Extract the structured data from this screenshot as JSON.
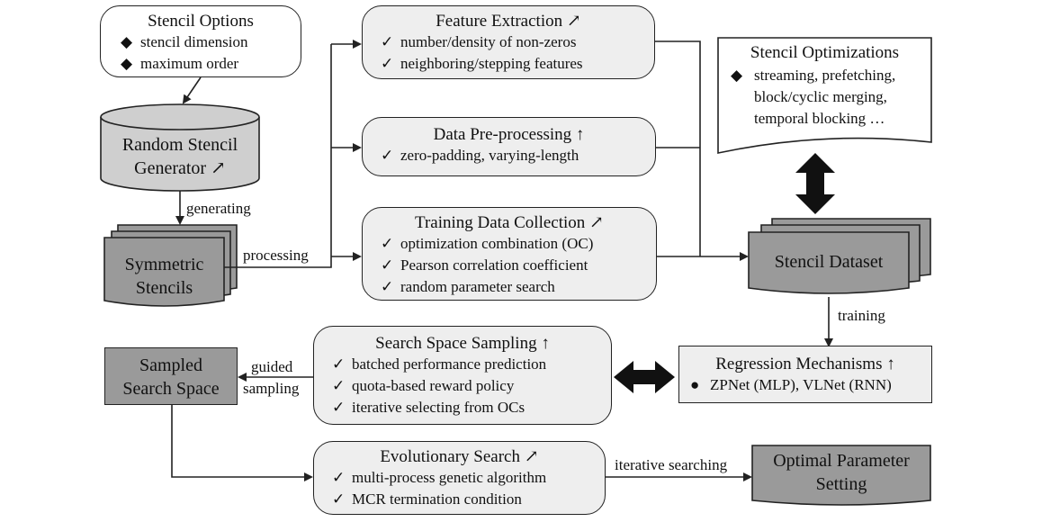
{
  "stencil_options": {
    "title": "Stencil Options",
    "bullet": "◆",
    "items": [
      "stencil dimension",
      "maximum order"
    ]
  },
  "generator": {
    "line1": "Random Stencil",
    "line2": "Generator",
    "arrow": "↗"
  },
  "edge_labels": {
    "generating": "generating",
    "processing": "processing",
    "training": "training",
    "guided1": "guided",
    "guided2": "sampling",
    "iterative": "iterative searching"
  },
  "symmetric": {
    "line1": "Symmetric",
    "line2": "Stencils"
  },
  "feature": {
    "title": "Feature Extraction",
    "arrow": "↗",
    "check": "✓",
    "items": [
      "number/density of non-zeros",
      "neighboring/stepping features"
    ]
  },
  "preproc": {
    "title": "Data Pre-processing",
    "arrow": "↑",
    "check": "✓",
    "items": [
      "zero-padding, varying-length"
    ]
  },
  "training_collection": {
    "title": "Training Data Collection",
    "arrow": "↗",
    "check": "✓",
    "items": [
      "optimization combination (OC)",
      "Pearson correlation coefficient",
      "random parameter search"
    ]
  },
  "optimizations": {
    "title": "Stencil Optimizations",
    "bullet": "◆",
    "lines": [
      "streaming, prefetching,",
      "block/cyclic merging,",
      "temporal blocking …"
    ]
  },
  "dataset": {
    "label": "Stencil Dataset"
  },
  "regression": {
    "title": "Regression Mechanisms",
    "arrow": "↑",
    "bullet": "●",
    "items": [
      "ZPNet (MLP), VLNet (RNN)"
    ]
  },
  "sampling": {
    "title": "Search Space Sampling",
    "arrow": "↑",
    "check": "✓",
    "items": [
      "batched performance prediction",
      "quota-based reward policy",
      "iterative selecting from OCs"
    ]
  },
  "sampled": {
    "line1": "Sampled",
    "line2": "Search Space"
  },
  "evolutionary": {
    "title": "Evolutionary Search",
    "arrow": "↗",
    "check": "✓",
    "items": [
      "multi-process genetic algorithm",
      "MCR termination condition"
    ]
  },
  "optimal": {
    "line1": "Optimal Parameter",
    "line2": "Setting"
  }
}
